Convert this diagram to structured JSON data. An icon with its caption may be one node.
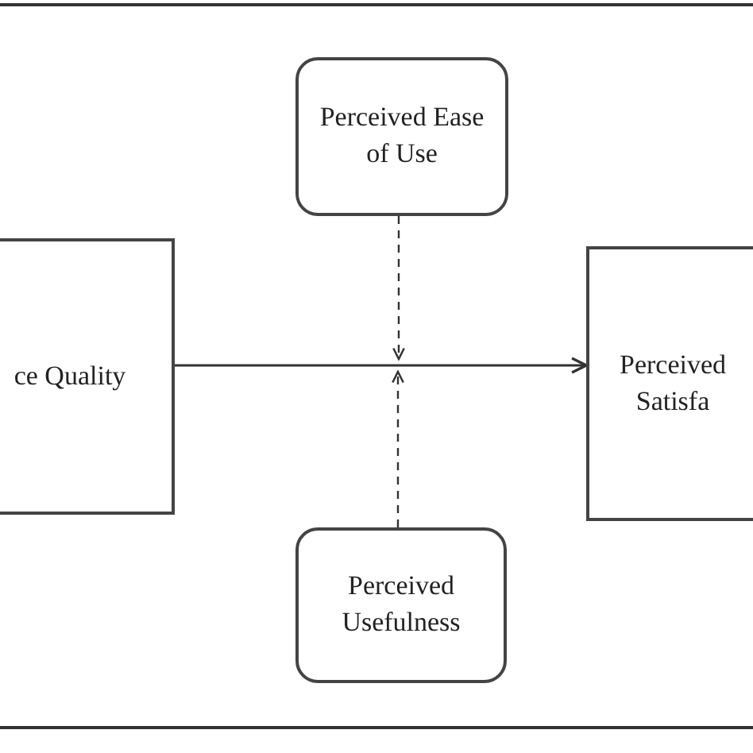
{
  "diagram": {
    "nodes": [
      {
        "text": [
          "ce Quality"
        ]
      },
      {
        "text": [
          "Perceived Ease of Use"
        ]
      },
      {
        "text": [
          "Perceived Usefulness"
        ]
      },
      {
        "text": [
          "Perceived Satisfa"
        ]
      }
    ],
    "edges": [
      {
        "from": 0,
        "to": 3,
        "arrow": "to"
      },
      {
        "from": 1,
        "to": null,
        "arrow": "to",
        "style": "dashed"
      },
      {
        "from": 2,
        "to": null,
        "arrow": "to",
        "style": "dashed"
      }
    ]
  }
}
